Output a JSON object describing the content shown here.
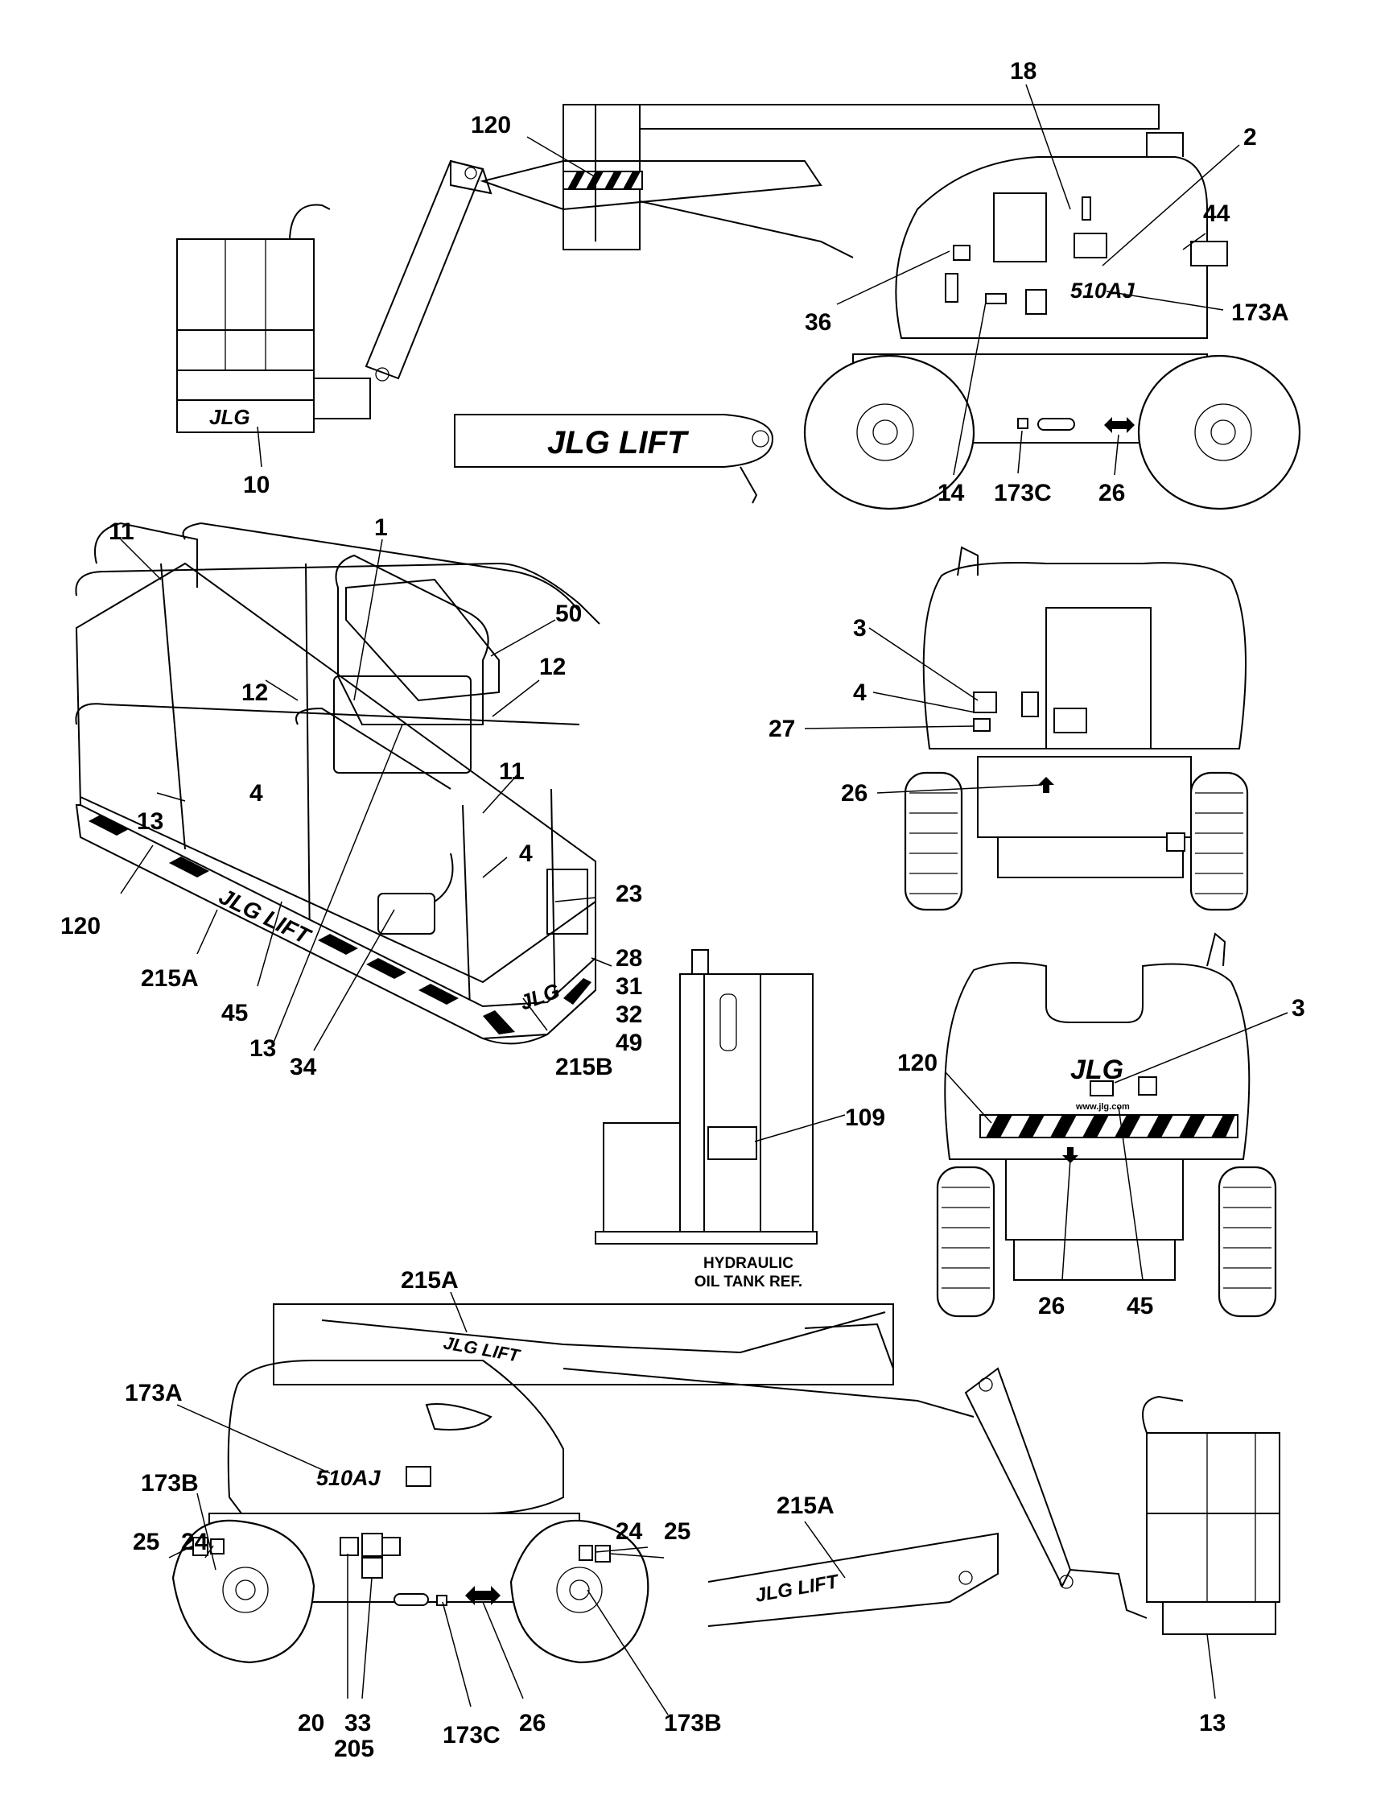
{
  "callouts": {
    "c18": "18",
    "c120a": "120",
    "c2": "2",
    "c44": "44",
    "c36": "36",
    "c173a_top": "173A",
    "c10": "10",
    "c14": "14",
    "c173c_top": "173C",
    "c26_top": "26",
    "c11a": "11",
    "c1": "1",
    "c50": "50",
    "c12a": "12",
    "c12b": "12",
    "c4a": "4",
    "c11b": "11",
    "c13a": "13",
    "c120b": "120",
    "c4b": "4",
    "c23": "23",
    "c215a_bkt": "215A",
    "c28": "28",
    "c31": "31",
    "c32": "32",
    "c49": "49",
    "c45a": "45",
    "c13b": "13",
    "c34": "34",
    "c215b": "215B",
    "c3a": "3",
    "c4c": "4",
    "c27": "27",
    "c26_rear": "26",
    "c3b": "3",
    "c120c": "120",
    "c26_front": "26",
    "c45b": "45",
    "c109": "109",
    "c215a_side": "215A",
    "c173a_side": "173A",
    "c173b_l": "173B",
    "c25_l": "25",
    "c24_l": "24",
    "c24_r": "24",
    "c25_r": "25",
    "c215a_detail": "215A",
    "c173b_r": "173B",
    "c20": "20",
    "c33": "33",
    "c205": "205",
    "c173c_side": "173C",
    "c26_side": "26",
    "c13c": "13"
  },
  "captions": {
    "tank_line1": "HYDRAULIC",
    "tank_line2": "OIL TANK REF."
  },
  "decals": {
    "jlg_lift": "JLG LIFT",
    "jlg": "JLG",
    "model": "510AJ",
    "website": "www.jlg.com"
  }
}
